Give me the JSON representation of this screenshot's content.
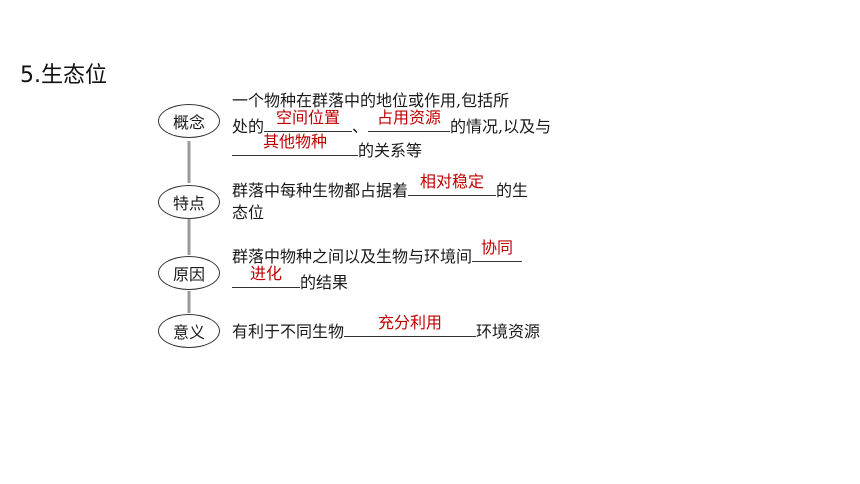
{
  "title": "5.生态位",
  "concept": {
    "label": "概念",
    "line1": "一个物种在群落中的地位或作用,包括所",
    "line2_a": "处的",
    "ans1": "空间位置",
    "sep": "、",
    "ans2": "占用资源",
    "line2_b": "的情况,以及与",
    "ans3": "其他物种",
    "line3_b": "的关系等"
  },
  "feature": {
    "label": "特点",
    "line1_a": "群落中每种生物都占据着",
    "ans": "相对稳定",
    "line1_b": "的生",
    "line2": "态位"
  },
  "cause": {
    "label": "原因",
    "line1_a": "群落中物种之间以及生物与环境间",
    "ans_a": "协同",
    "ans_b": "进化",
    "line2_b": "的结果"
  },
  "meaning": {
    "label": "意义",
    "line1_a": "有利于不同生物",
    "ans": "充分利用",
    "line1_b": "环境资源"
  }
}
